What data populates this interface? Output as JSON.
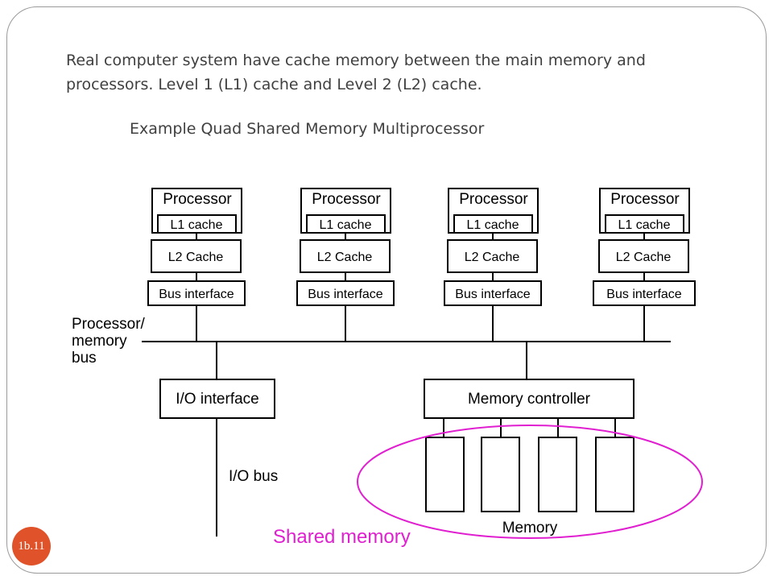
{
  "intro_text": "Real computer system have cache memory between the main memory and processors. Level 1 (L1) cache and Level 2 (L2) cache.",
  "diagram_title": "Example Quad Shared Memory Multiprocessor",
  "processor_label": "Processor",
  "l1_label": "L1 cache",
  "l2_label": "L2 Cache",
  "bus_interface_label": "Bus interface",
  "memory_bus_label": [
    "Processor/",
    "memory",
    "bus"
  ],
  "io_interface_label": "I/O interface",
  "memory_controller_label": "Memory controller",
  "io_bus_label": "I/O bus",
  "memory_label": "Memory",
  "shared_memory_label": "Shared memory",
  "slide_number": "1b.11",
  "colors": {
    "highlight": "#e020d0",
    "badge": "#e0532a",
    "intro_text": "#404040"
  }
}
